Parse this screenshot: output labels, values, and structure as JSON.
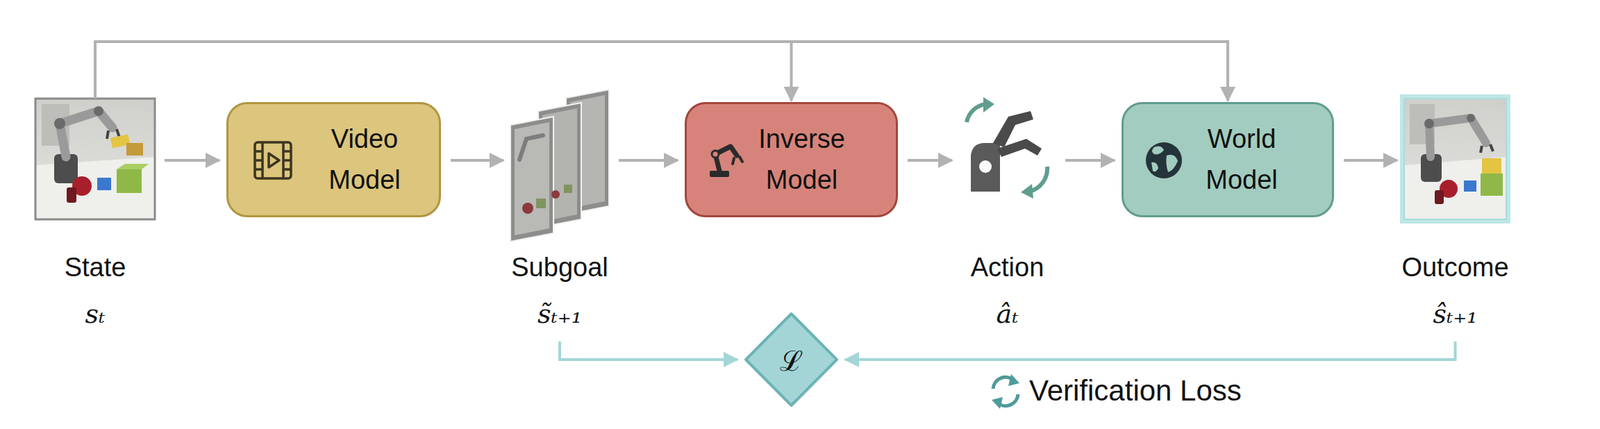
{
  "diagram": {
    "nodes": [
      {
        "text": [
          "State",
          "sₜ"
        ]
      },
      {
        "text": [
          "Video Model"
        ]
      },
      {
        "text": [
          "Subgoal",
          "s̃ₜ₊₁"
        ]
      },
      {
        "text": [
          "Inverse Model"
        ]
      },
      {
        "text": [
          "Action",
          "âₜ"
        ]
      },
      {
        "text": [
          "World Model"
        ]
      },
      {
        "text": [
          "Outcome",
          "ŝₜ₊₁"
        ]
      },
      {
        "text": [
          "ℒ"
        ]
      }
    ],
    "edges": [
      {
        "from": 0,
        "to": 1,
        "arrow": "to"
      },
      {
        "from": 1,
        "to": 2,
        "arrow": "to"
      },
      {
        "from": 2,
        "to": 3,
        "arrow": "to"
      },
      {
        "from": 0,
        "to": 3,
        "arrow": "to"
      },
      {
        "from": 3,
        "to": 4,
        "arrow": "to"
      },
      {
        "from": 4,
        "to": 5,
        "arrow": "to"
      },
      {
        "from": 0,
        "to": 5,
        "arrow": "to"
      },
      {
        "from": 5,
        "to": 6,
        "arrow": "to"
      },
      {
        "from": 2,
        "to": 7,
        "arrow": "to"
      },
      {
        "from": 6,
        "to": 7,
        "arrow": "to"
      }
    ],
    "labels": [
      "Verification Loss"
    ]
  }
}
